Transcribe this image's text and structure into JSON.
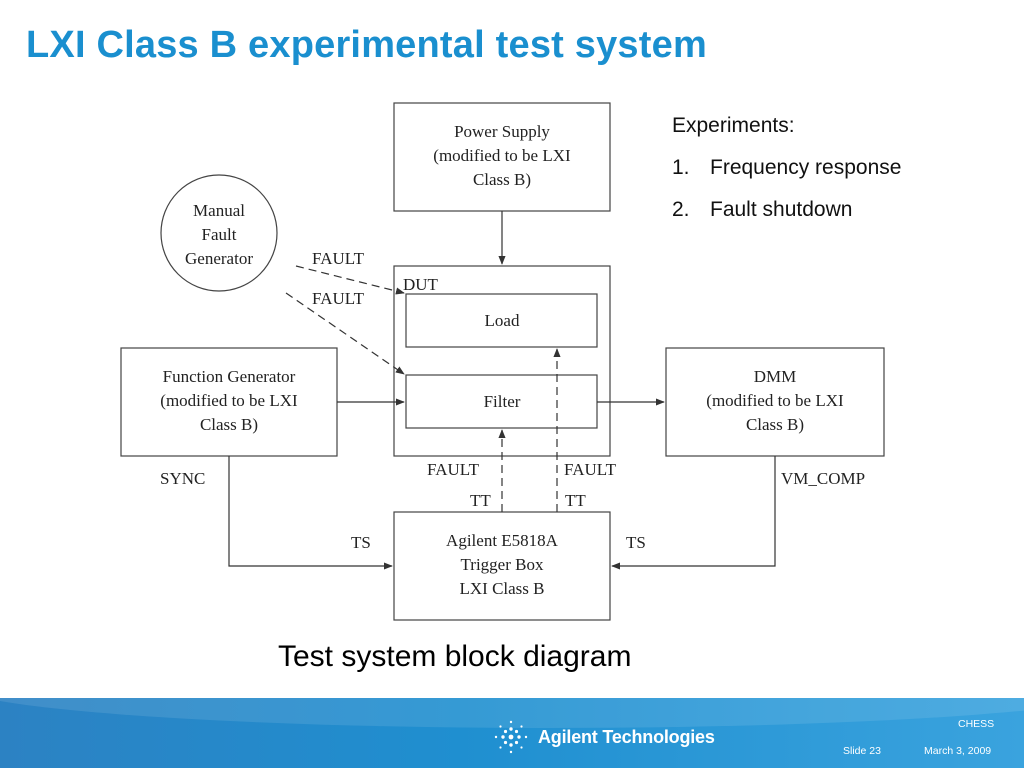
{
  "slide": {
    "title": "LXI Class B experimental test system",
    "caption": "Test system block diagram"
  },
  "experiments": {
    "heading": "Experiments:",
    "items": [
      {
        "number": "1.",
        "label": "Frequency response"
      },
      {
        "number": "2.",
        "label": "Fault shutdown"
      }
    ]
  },
  "diagram": {
    "power_supply": [
      "Power Supply",
      "(modified to be LXI",
      "Class B)"
    ],
    "manual_fault": [
      "Manual",
      "Fault",
      "Generator"
    ],
    "function_generator": [
      "Function Generator",
      "(modified to be LXI",
      "Class B)"
    ],
    "dmm": [
      "DMM",
      "(modified to be LXI",
      "Class B)"
    ],
    "dut_label": "DUT",
    "load": "Load",
    "filter": "Filter",
    "trigger_box": [
      "Agilent E5818A",
      "Trigger Box",
      "LXI Class B"
    ],
    "fault_label_1": "FAULT",
    "fault_label_2": "FAULT",
    "fault_label_left": "FAULT",
    "fault_label_right": "FAULT",
    "tt_left": "TT",
    "tt_right": "TT",
    "sync": "SYNC",
    "vm_comp": "VM_COMP",
    "ts_left": "TS",
    "ts_right": "TS"
  },
  "footer": {
    "brand": "Agilent Technologies",
    "event": "CHESS",
    "slide_number": "Slide 23",
    "date": "March 3, 2009",
    "colors": {
      "bar": "#2c82c3",
      "title": "#1a8fcf"
    }
  }
}
